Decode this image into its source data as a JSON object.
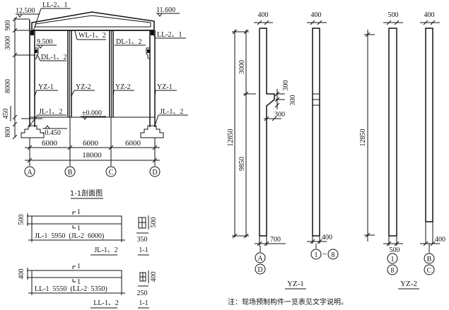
{
  "section_1_1": {
    "title": "1-1剖面图",
    "elevations": {
      "ridge_left": "12.500",
      "eave_right": "11.600",
      "corbel": "9.500",
      "ground": "±0.000",
      "foundation": "-0.450"
    },
    "vertical_dims": [
      "900",
      "3000",
      "8000",
      "450",
      "800"
    ],
    "bay_dims": [
      "6000",
      "6000",
      "6000"
    ],
    "total_dim": "18000",
    "axes": [
      "A",
      "B",
      "C",
      "D"
    ],
    "labels": {
      "ll_left": "LL-2、1",
      "ll_right": "LL-2、1",
      "wl": "WL-1、2",
      "dl_left": "DL-1、2",
      "dl_right": "DL-1、2",
      "yz1_left": "YZ-1",
      "yz2_b": "YZ-2",
      "yz2_c": "YZ-2",
      "yz1_right": "YZ-1",
      "jl_left": "JL-1、2",
      "jl_right": "JL-1、2"
    }
  },
  "jl_beam": {
    "height": "500",
    "length_text": "JL-1  5950  (JL-2  6000)",
    "section_mark": "1",
    "title": "JL-1、2",
    "section_title": "1-1",
    "section_width": "350",
    "section_height": "500"
  },
  "ll_beam": {
    "height": "400",
    "length_text": "LL-1  5550  (LL-2  5350)",
    "section_mark": "1",
    "title": "LL-1、2",
    "section_title": "1-1",
    "section_width": "250",
    "section_height": "400"
  },
  "yz1": {
    "title": "YZ-1",
    "width_top": "400",
    "width_top_side": "400",
    "dim_total": "12850",
    "dim_upper": "3000",
    "dim_lower": "9850",
    "corbel_h1": "300",
    "corbel_h2": "300",
    "corbel_w": "300",
    "width_bottom": "700",
    "width_bottom_side": "400",
    "axes_front": [
      "A",
      "D"
    ],
    "axes_side": [
      "1",
      "~",
      "8"
    ]
  },
  "yz2": {
    "title": "YZ-2",
    "width_top": "500",
    "width_top_side": "400",
    "dim_total": "12850",
    "width_bottom": "500",
    "width_bottom_side": "400",
    "axes_front": [
      "1",
      "8"
    ],
    "axes_side": [
      "B",
      "C"
    ]
  },
  "note": "注：现场预制构件一览表见文字说明。"
}
